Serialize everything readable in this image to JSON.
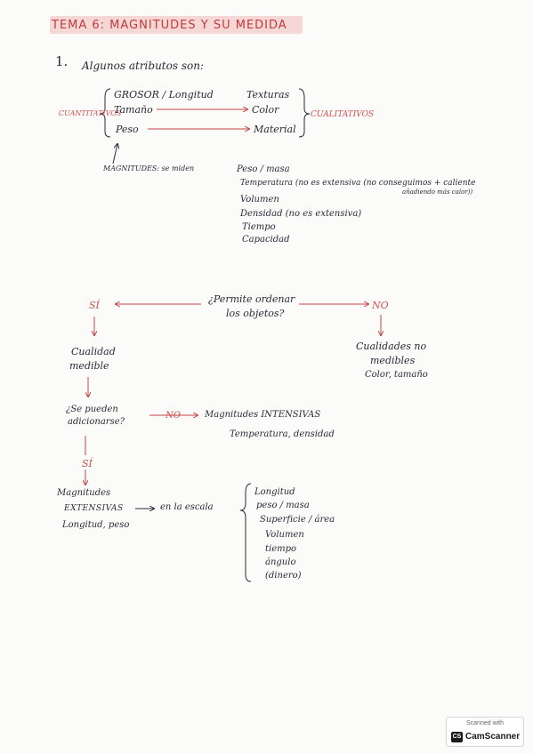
{
  "title": "TEMA 6: MAGNITUDES Y SU MEDIDA",
  "section_number": "1.",
  "intro": "Algunos atributos son:",
  "cuantitativos_label": "CUANTITATIVOS",
  "cualitativos_label": "CUALITATIVOS",
  "cuantitativos": [
    "GROSOR / Longitud",
    "Tamaño",
    "Peso"
  ],
  "cualitativos": [
    "Texturas",
    "Color",
    "Material"
  ],
  "magnitudes_note": "MAGNITUDES: se miden",
  "magnitudes_list": [
    "Peso / masa",
    "Temperatura (no es extensiva (no conseguimos + caliente",
    "añadiendo más calor))",
    "Volumen",
    "Densidad (no es extensiva)",
    "Tiempo",
    "Capacidad"
  ],
  "question_order": "¿Permite ordenar",
  "question_order_2": "los objetos?",
  "yes_1": "SÍ",
  "no_1": "NO",
  "cualidad_medible": [
    "Cualidad",
    "medible"
  ],
  "cualidades_no_medibles": [
    "Cualidades no",
    "medibles"
  ],
  "no_medibles_example": "Color, tamaño",
  "question_add": [
    "¿Se pueden",
    "adicionarse?"
  ],
  "no_2": "NO",
  "intensivas": "Magnitudes INTENSIVAS",
  "intensivas_example": "Temperatura, densidad",
  "yes_2": "SÍ",
  "extensivas": [
    "Magnitudes",
    "EXTENSIVAS"
  ],
  "extensivas_example": "Longitud, peso",
  "escala": "en la escala",
  "extensivas_list": [
    "Longitud",
    "peso / masa",
    "Superficie / área",
    "Volumen",
    "tiempo",
    "ángulo",
    "(dinero)"
  ],
  "scanner_top": "Scanned with",
  "scanner_logo": "CS",
  "scanner_brand": "CamScanner"
}
